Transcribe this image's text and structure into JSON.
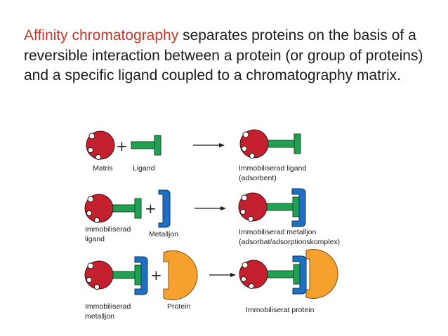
{
  "intro": {
    "highlight": "Affinity chromatography",
    "rest": " separates proteins on the basis of a reversible interaction between a protein (or group of proteins) and a specific ligand coupled to a chromatography matrix."
  },
  "labels": {
    "matris": "Matris",
    "ligand": "Ligand",
    "immob_ligand": "Immobiliserad ligand",
    "adsorbent": "(adsorbent)",
    "immob_ligand_2a": "Immobiliserad",
    "immob_ligand_2b": "ligand",
    "metalljon": "Metalljon",
    "immob_metalljon": "Immobiliserad metalljon",
    "adsorbat": "(adsorbat/adsorptionskomplex)",
    "immob_metalljon_3a": "Immobiliserad",
    "immob_metalljon_3b": "metalljon",
    "protein": "Protein",
    "immob_protein": "Immobiliserat protein"
  },
  "symbols": {
    "plus": "+"
  },
  "colors": {
    "matrix": "#c4202e",
    "ligand": "#22a052",
    "metal": "#1f6fc2",
    "protein": "#f6a12d",
    "text": "#1a1a1a",
    "highlight": "#c0392b"
  }
}
